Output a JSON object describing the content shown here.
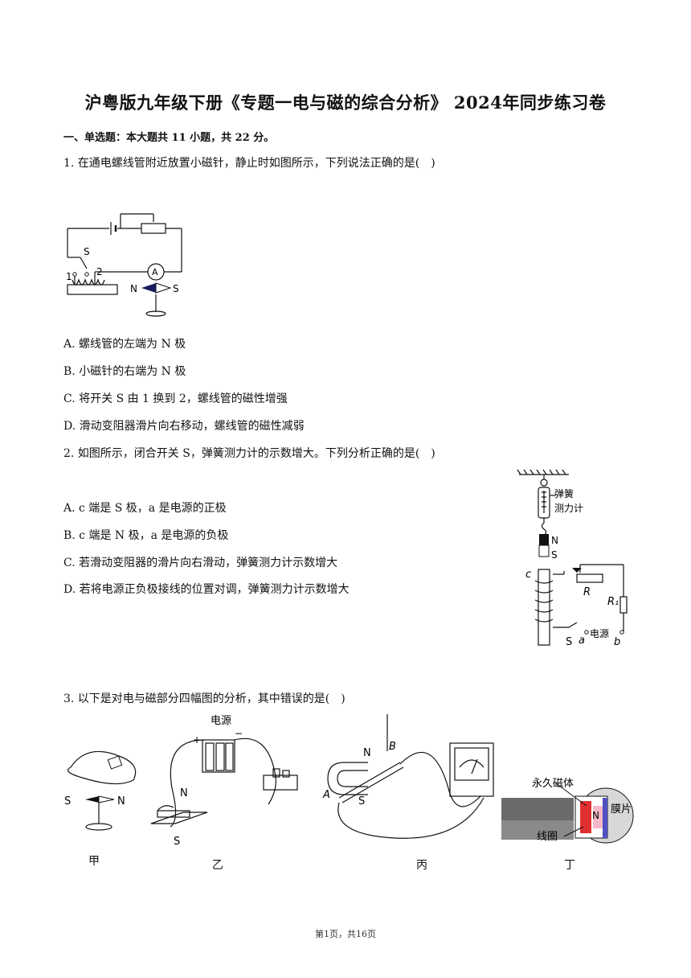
{
  "title": "沪粤版九年级下册《专题一电与磁的综合分析》 2024年同步练习卷",
  "section": "一、单选题：本大题共 11 小题，共 22 分。",
  "q1": {
    "stem": "1. 在通电螺线管附近放置小磁针，静止时如图所示，下列说法正确的是(　)",
    "options": [
      "A. 螺线管的左端为 N 极",
      "B. 小磁针的右端为 N 极",
      "C. 将开关 S 由 1 换到 2，螺线管的磁性增强",
      "D. 滑动变阻器滑片向右移动，螺线管的磁性减弱"
    ],
    "fig_labels": {
      "s": "S",
      "one": "1",
      "two": "2",
      "ammeter": "A",
      "needle_n": "N",
      "needle_s": "S"
    }
  },
  "q2": {
    "stem": "2. 如图所示，闭合开关 S，弹簧测力计的示数增大。下列分析正确的是(　)",
    "options": [
      "A. c 端是 S 极，a 是电源的正极",
      "B. c 端是 N 极，a 是电源的负极",
      "C. 若滑动变阻器的滑片向右滑动，弹簧测力计示数增大",
      "D. 若将电源正负极接线的位置对调，弹簧测力计示数增大"
    ],
    "fig_labels": {
      "spring1": "弹簧",
      "spring2": "测力计",
      "mag_n": "N",
      "mag_s": "S",
      "c": "c",
      "r": "R",
      "r1": "R₁",
      "s": "S",
      "a": "a",
      "source": "电源",
      "b": "b"
    }
  },
  "q3": {
    "stem": "3. 以下是对电与磁部分四幅图的分析，其中错误的是(　)",
    "captions": [
      "甲",
      "乙",
      "丙",
      "丁"
    ],
    "fig_labels": {
      "jia_s": "S",
      "jia_n": "N",
      "yi_source": "电源",
      "yi_plus": "+",
      "yi_minus": "−",
      "yi_n": "N",
      "yi_s": "S",
      "bing_n": "N",
      "bing_b": "B",
      "bing_a": "A",
      "bing_s": "S",
      "ding_magnet": "永久磁体",
      "ding_membrane": "膜片",
      "ding_coil": "线圈",
      "ding_n": "N"
    }
  },
  "footer": "第1页，共16页"
}
